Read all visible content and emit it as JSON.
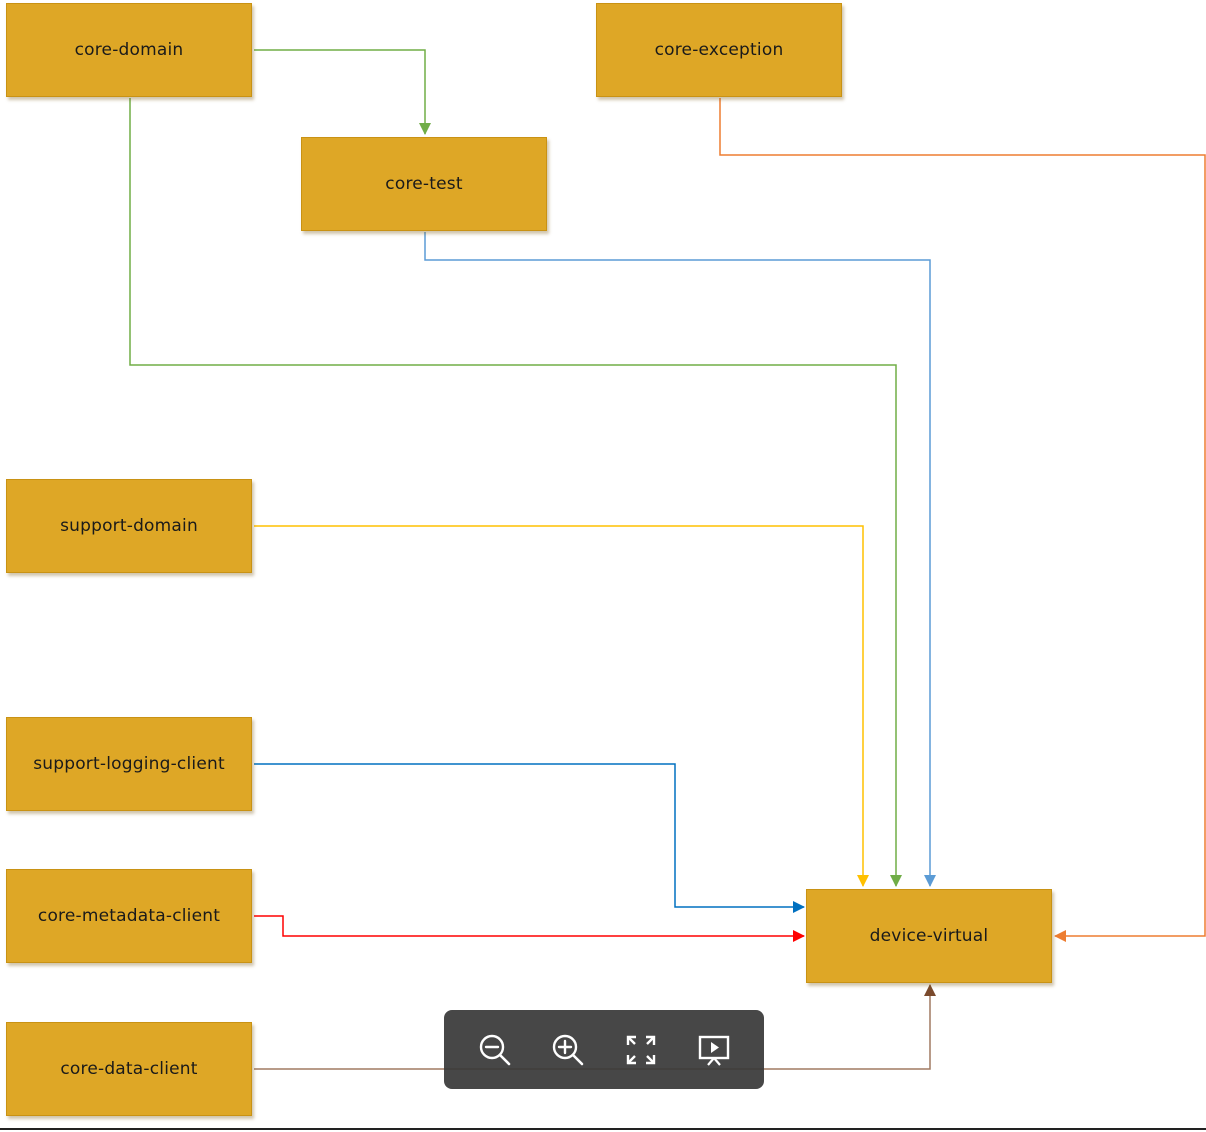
{
  "nodes": {
    "core_domain": "core-domain",
    "core_exception": "core-exception",
    "core_test": "core-test",
    "support_domain": "support-domain",
    "support_logging_client": "support-logging-client",
    "core_metadata_client": "core-metadata-client",
    "core_data_client": "core-data-client",
    "device_virtual": "device-virtual"
  },
  "edges": [
    {
      "from": "core-domain",
      "to": "core-test",
      "color": "#70ad47"
    },
    {
      "from": "core-domain",
      "to": "device-virtual",
      "color": "#70ad47"
    },
    {
      "from": "core-test",
      "to": "device-virtual",
      "color": "#5b9bd5"
    },
    {
      "from": "core-exception",
      "to": "device-virtual",
      "color": "#ed7d31"
    },
    {
      "from": "support-domain",
      "to": "device-virtual",
      "color": "#ffc000"
    },
    {
      "from": "support-logging-client",
      "to": "device-virtual",
      "color": "#0070c0"
    },
    {
      "from": "core-metadata-client",
      "to": "device-virtual",
      "color": "#ff0000"
    },
    {
      "from": "core-data-client",
      "to": "device-virtual",
      "color": "#8c5a3c"
    }
  ],
  "node_fill": "#dea726",
  "toolbar": {
    "buttons": [
      "zoom-out-icon",
      "zoom-in-icon",
      "fullscreen-icon",
      "slideshow-icon"
    ]
  }
}
